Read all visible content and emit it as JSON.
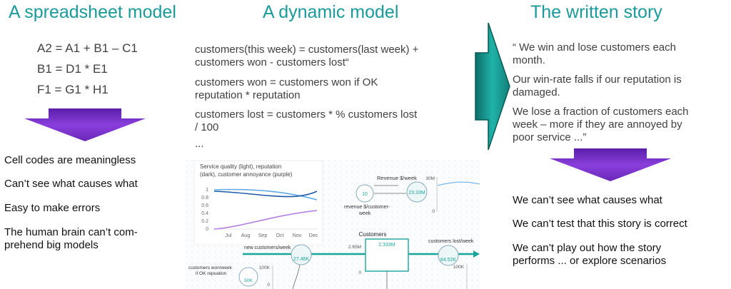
{
  "titles": {
    "spreadsheet": "A spreadsheet model",
    "dynamic": "A dynamic model",
    "story": "The written story"
  },
  "spreadsheet": {
    "formulas": [
      "A2 = A1 + B1 – C1",
      "B1 = D1 * E1",
      "F1 = G1 * H1"
    ],
    "points": [
      "Cell codes are meaningless",
      "Can’t see what causes what",
      "Easy to make errors",
      "The human brain can’t com-",
      "prehend big models"
    ]
  },
  "dynamic": {
    "eq1a": "customers(this week) = customers(last week)  +",
    "eq1b": "customers won - customers lost“",
    "eq2a": "customers won = customers won if OK",
    "eq2b": "reputation * reputation",
    "eq3a": "customers lost =  customers * % customers lost",
    "eq3b": "/ 100",
    "ellipsis": "..."
  },
  "story": {
    "quote": [
      "“ We win and lose customers each",
      "month.",
      "Our win-rate falls if our reputation is",
      "damaged.",
      "We lose a fraction of customers each",
      "week – more if they are annoyed by",
      "poor service ...”"
    ],
    "points": [
      "We can’t see what causes what",
      "We can’t test that this story is correct",
      "We can’t play out how the story",
      "performs ... or explore scenarios"
    ]
  },
  "mini_chart": {
    "title_line1": "Service quality (light), reputation",
    "title_line2": "(dark), customer annoyance (purple)",
    "y_ticks": [
      "1",
      "0.8",
      "0.6",
      "0.4",
      "0.2",
      "0"
    ],
    "x_ticks": [
      "Jul",
      "Aug",
      "Sep",
      "Oct",
      "Nov",
      "Dec"
    ],
    "colors": {
      "light": "#5fa8e6",
      "dark": "#1f5aa8",
      "purple": "#b07be0"
    }
  },
  "stock_flow": {
    "revenue_label": "Revenue $/week",
    "revenue_value": "23.33M",
    "revenue_axis_top": "30M",
    "revenue_axis_bottom": "0",
    "revenue_rate_value": "10",
    "revenue_rate_label1": "revenue $/customer-",
    "revenue_rate_label2": "week",
    "customers_label": "Customers",
    "customers_value": "2.333M",
    "customers_axis_top": "2.65M",
    "customers_axis_bottom": "0",
    "new_label": "new customers/week",
    "new_value": "27.46K",
    "lost_label": "customers lost/week",
    "lost_value": "84.52K",
    "won_label1": "customers won/week",
    "won_label2": "if OK repuation",
    "won_value": "50K",
    "won_axis_top": "100K",
    "won_axis_bottom": "0",
    "lost_axis_top": "100K",
    "accent": "#1aa59a"
  },
  "colors": {
    "title": "#1a9a9a",
    "purple_arrow": "#7a2fc7",
    "teal_arrow": "#1aa59a"
  }
}
